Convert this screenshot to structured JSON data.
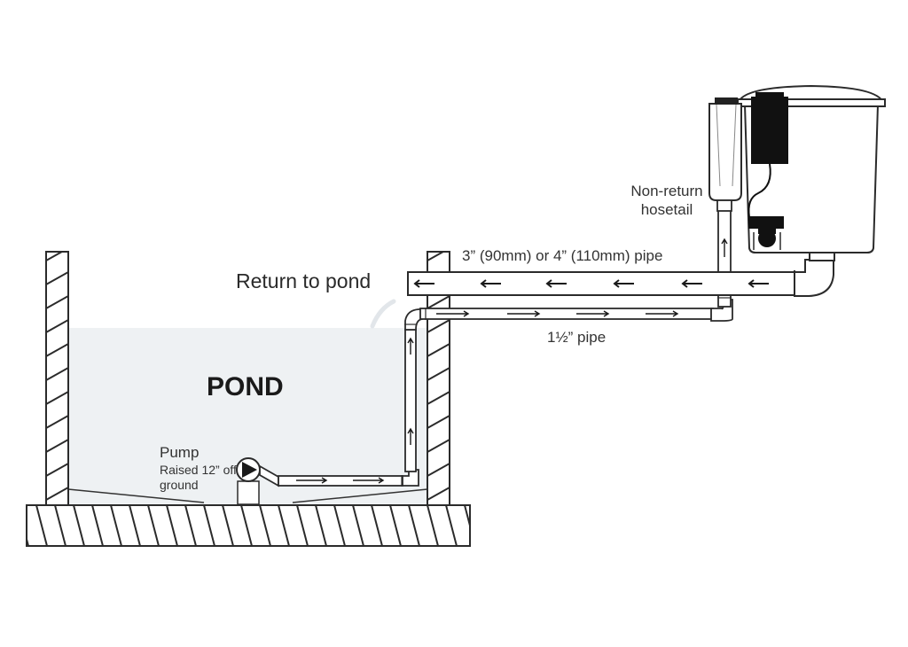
{
  "labels": {
    "return_to_pond": "Return to pond",
    "big_pipe": "3” (90mm) or 4” (110mm) pipe",
    "small_pipe": "1½” pipe",
    "non_return": "Non-return hosetail",
    "pond": "POND",
    "pump": "Pump",
    "pump_note": "Raised 12” off ground"
  },
  "colors": {
    "outline": "#2b2b2b",
    "water": "#eef1f3",
    "filter_dark": "#111111",
    "background": "#ffffff"
  },
  "icons": {
    "pump": "pump-triangle-icon",
    "flow": "arrow-icon"
  }
}
